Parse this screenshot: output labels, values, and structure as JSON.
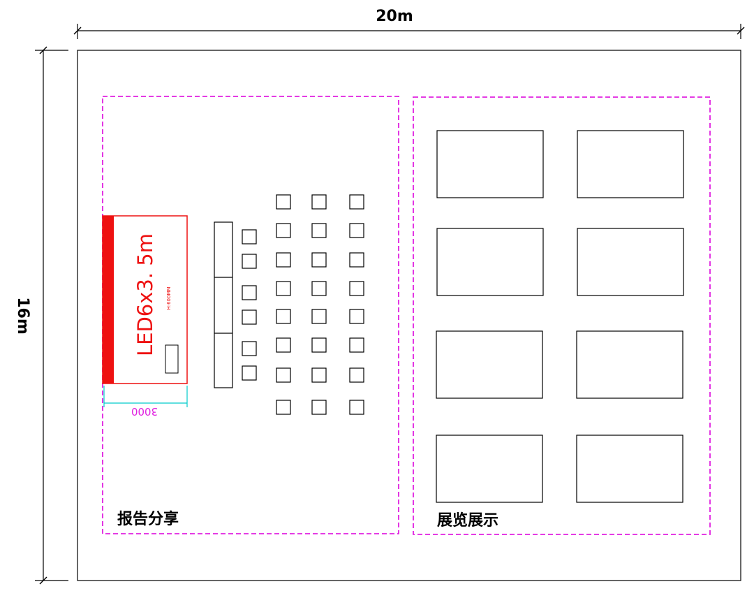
{
  "dimensions": {
    "width_label": "20m",
    "height_label": "16m"
  },
  "zones": {
    "report": {
      "label": "报告分享"
    },
    "exhibit": {
      "label": "展览展示"
    }
  },
  "led_screen": {
    "title": "LED6x3. 5m",
    "height_note": "H:600MM",
    "width_mm_label": "3000"
  },
  "colors": {
    "zone_border": "#e020e0",
    "led": "#ee1111",
    "dim_line_cyan": "#00cccc",
    "line": "#000000"
  }
}
